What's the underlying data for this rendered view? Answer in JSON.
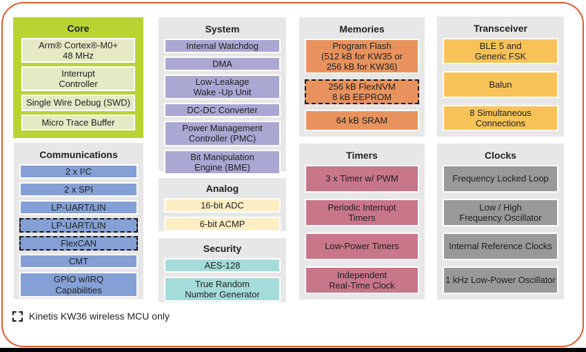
{
  "colors": {
    "frame_border": "#e05a2b",
    "panel": "#e7e7e8",
    "text": "#1f1f1f",
    "core_container": "#b8d433",
    "core_item": "#e5e9c4",
    "communications_item": "#84a0d4",
    "system_item": "#aaa7d3",
    "analog_item": "#fdeec4",
    "security_item": "#a5dbd8",
    "memories_item": "#e8935e",
    "timers_item": "#c8768a",
    "transceiver_item": "#f7c359",
    "clocks_item": "#999999"
  },
  "legend": {
    "label": "Kinetis KW36 wireless MCU only"
  },
  "sections": {
    "core": {
      "title": "Core",
      "items": [
        {
          "label": "Arm® Cortex®-M0+\n48 MHz"
        },
        {
          "label": "Interrupt\nController"
        },
        {
          "label": "Single Wire Debug (SWD)"
        },
        {
          "label": "Micro Trace Buffer"
        }
      ]
    },
    "communications": {
      "title": "Communications",
      "items": [
        {
          "label": "2 x I²C"
        },
        {
          "label": "2 x  SPI"
        },
        {
          "label": "LP-UART/LIN"
        },
        {
          "label": "LP-UART/LIN",
          "dashed": true
        },
        {
          "label": "FlexCAN",
          "dashed": true
        },
        {
          "label": "CMT"
        },
        {
          "label": "GPIO w/IRQ\nCapabilities"
        }
      ]
    },
    "system": {
      "title": "System",
      "items": [
        {
          "label": "Internal Watchdog"
        },
        {
          "label": "DMA"
        },
        {
          "label": "Low-Leakage\nWake -Up Unit"
        },
        {
          "label": "DC-DC Converter"
        },
        {
          "label": "Power Management\nController (PMC)"
        },
        {
          "label": "Bit Manipulation\nEngine (BME)"
        }
      ]
    },
    "analog": {
      "title": "Analog",
      "items": [
        {
          "label": "16-bit ADC"
        },
        {
          "label": "6-bit ACMP"
        }
      ]
    },
    "security": {
      "title": "Security",
      "items": [
        {
          "label": "AES-128"
        },
        {
          "label": "True Random\nNumber Generator"
        }
      ]
    },
    "memories": {
      "title": "Memories",
      "items": [
        {
          "label": "Program Flash\n(512 kB for KW35 or\n256 kB for KW36)"
        },
        {
          "label": "256 kB FlexNVM\n8 kB EEPROM",
          "dashed": true
        },
        {
          "label": "64 kB SRAM"
        }
      ]
    },
    "timers": {
      "title": "Timers",
      "items": [
        {
          "label": "3 x Timer w/ PWM"
        },
        {
          "label": "Periodic Interrupt\nTimers"
        },
        {
          "label": "Low-Power Timers"
        },
        {
          "label": "Independent\nReal-Time Clock"
        }
      ]
    },
    "transceiver": {
      "title": "Transceiver",
      "items": [
        {
          "label": "BLE 5 and\nGeneric FSK"
        },
        {
          "label": "Balun"
        },
        {
          "label": "8 Simultaneous\nConnections"
        }
      ]
    },
    "clocks": {
      "title": "Clocks",
      "items": [
        {
          "label": "Frequency Locked Loop"
        },
        {
          "label": "Low / High\nFrequency Oscillator"
        },
        {
          "label": "Internal Reference Clocks"
        },
        {
          "label": "1 kHz Low-Power Oscillator"
        }
      ]
    }
  }
}
